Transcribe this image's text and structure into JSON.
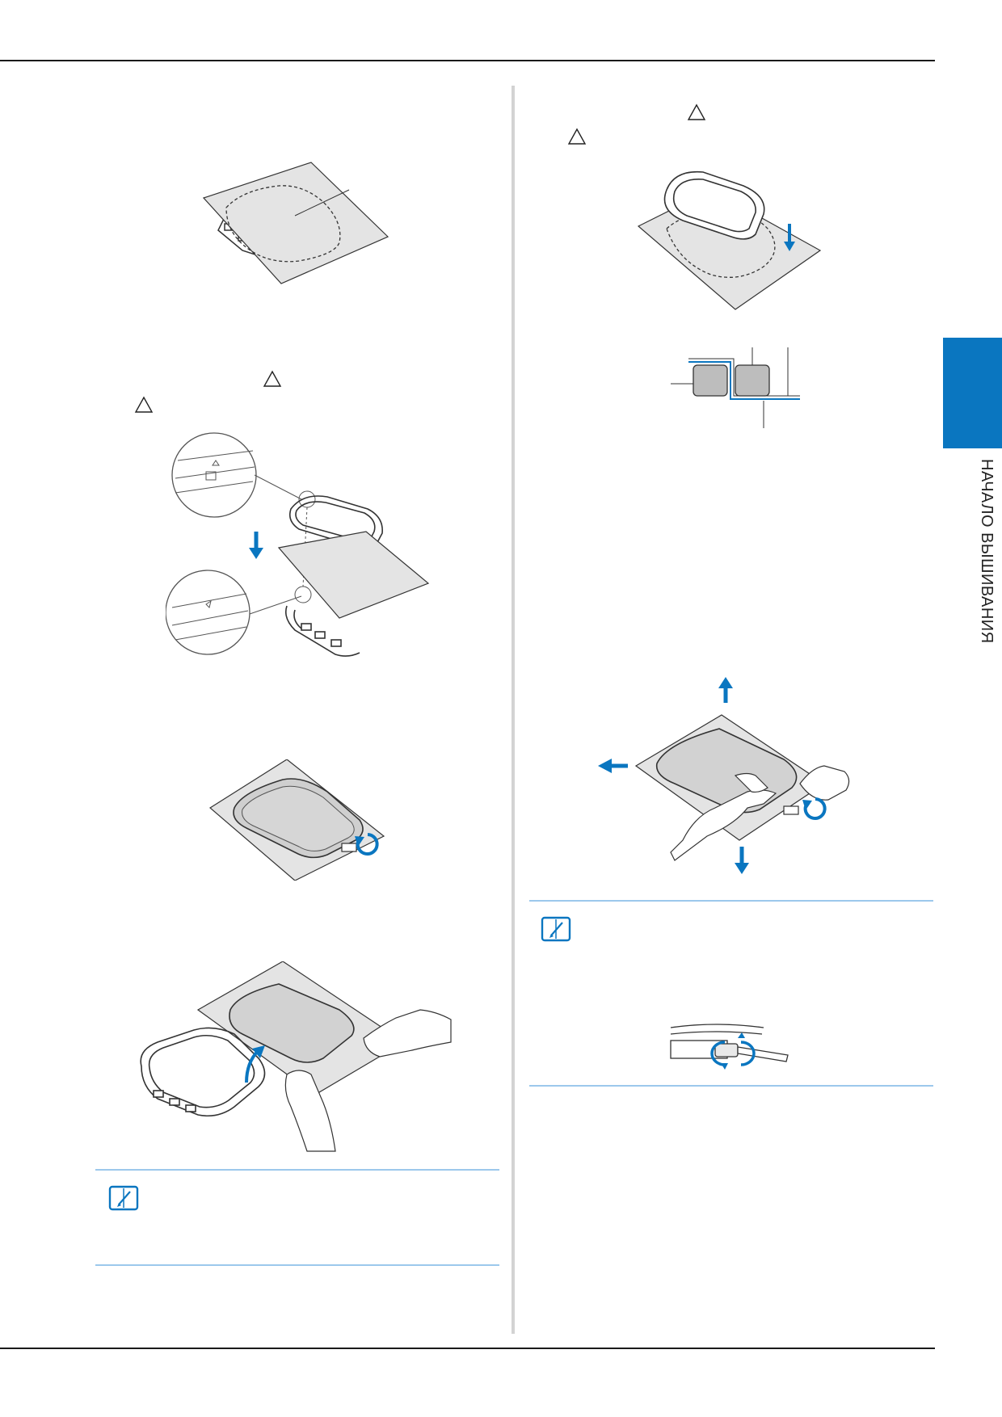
{
  "page": {
    "side_tab_text": "НАЧАЛО ВЫШИВАНИЯ"
  },
  "colors": {
    "accent": "#0a76c0",
    "note_rule": "#9cc8ec",
    "line_art": "#333333",
    "fabric": "#e4e4e4"
  },
  "icons": {
    "triangle_marker": "triangle-outline",
    "memo": "open-book-pencil"
  }
}
